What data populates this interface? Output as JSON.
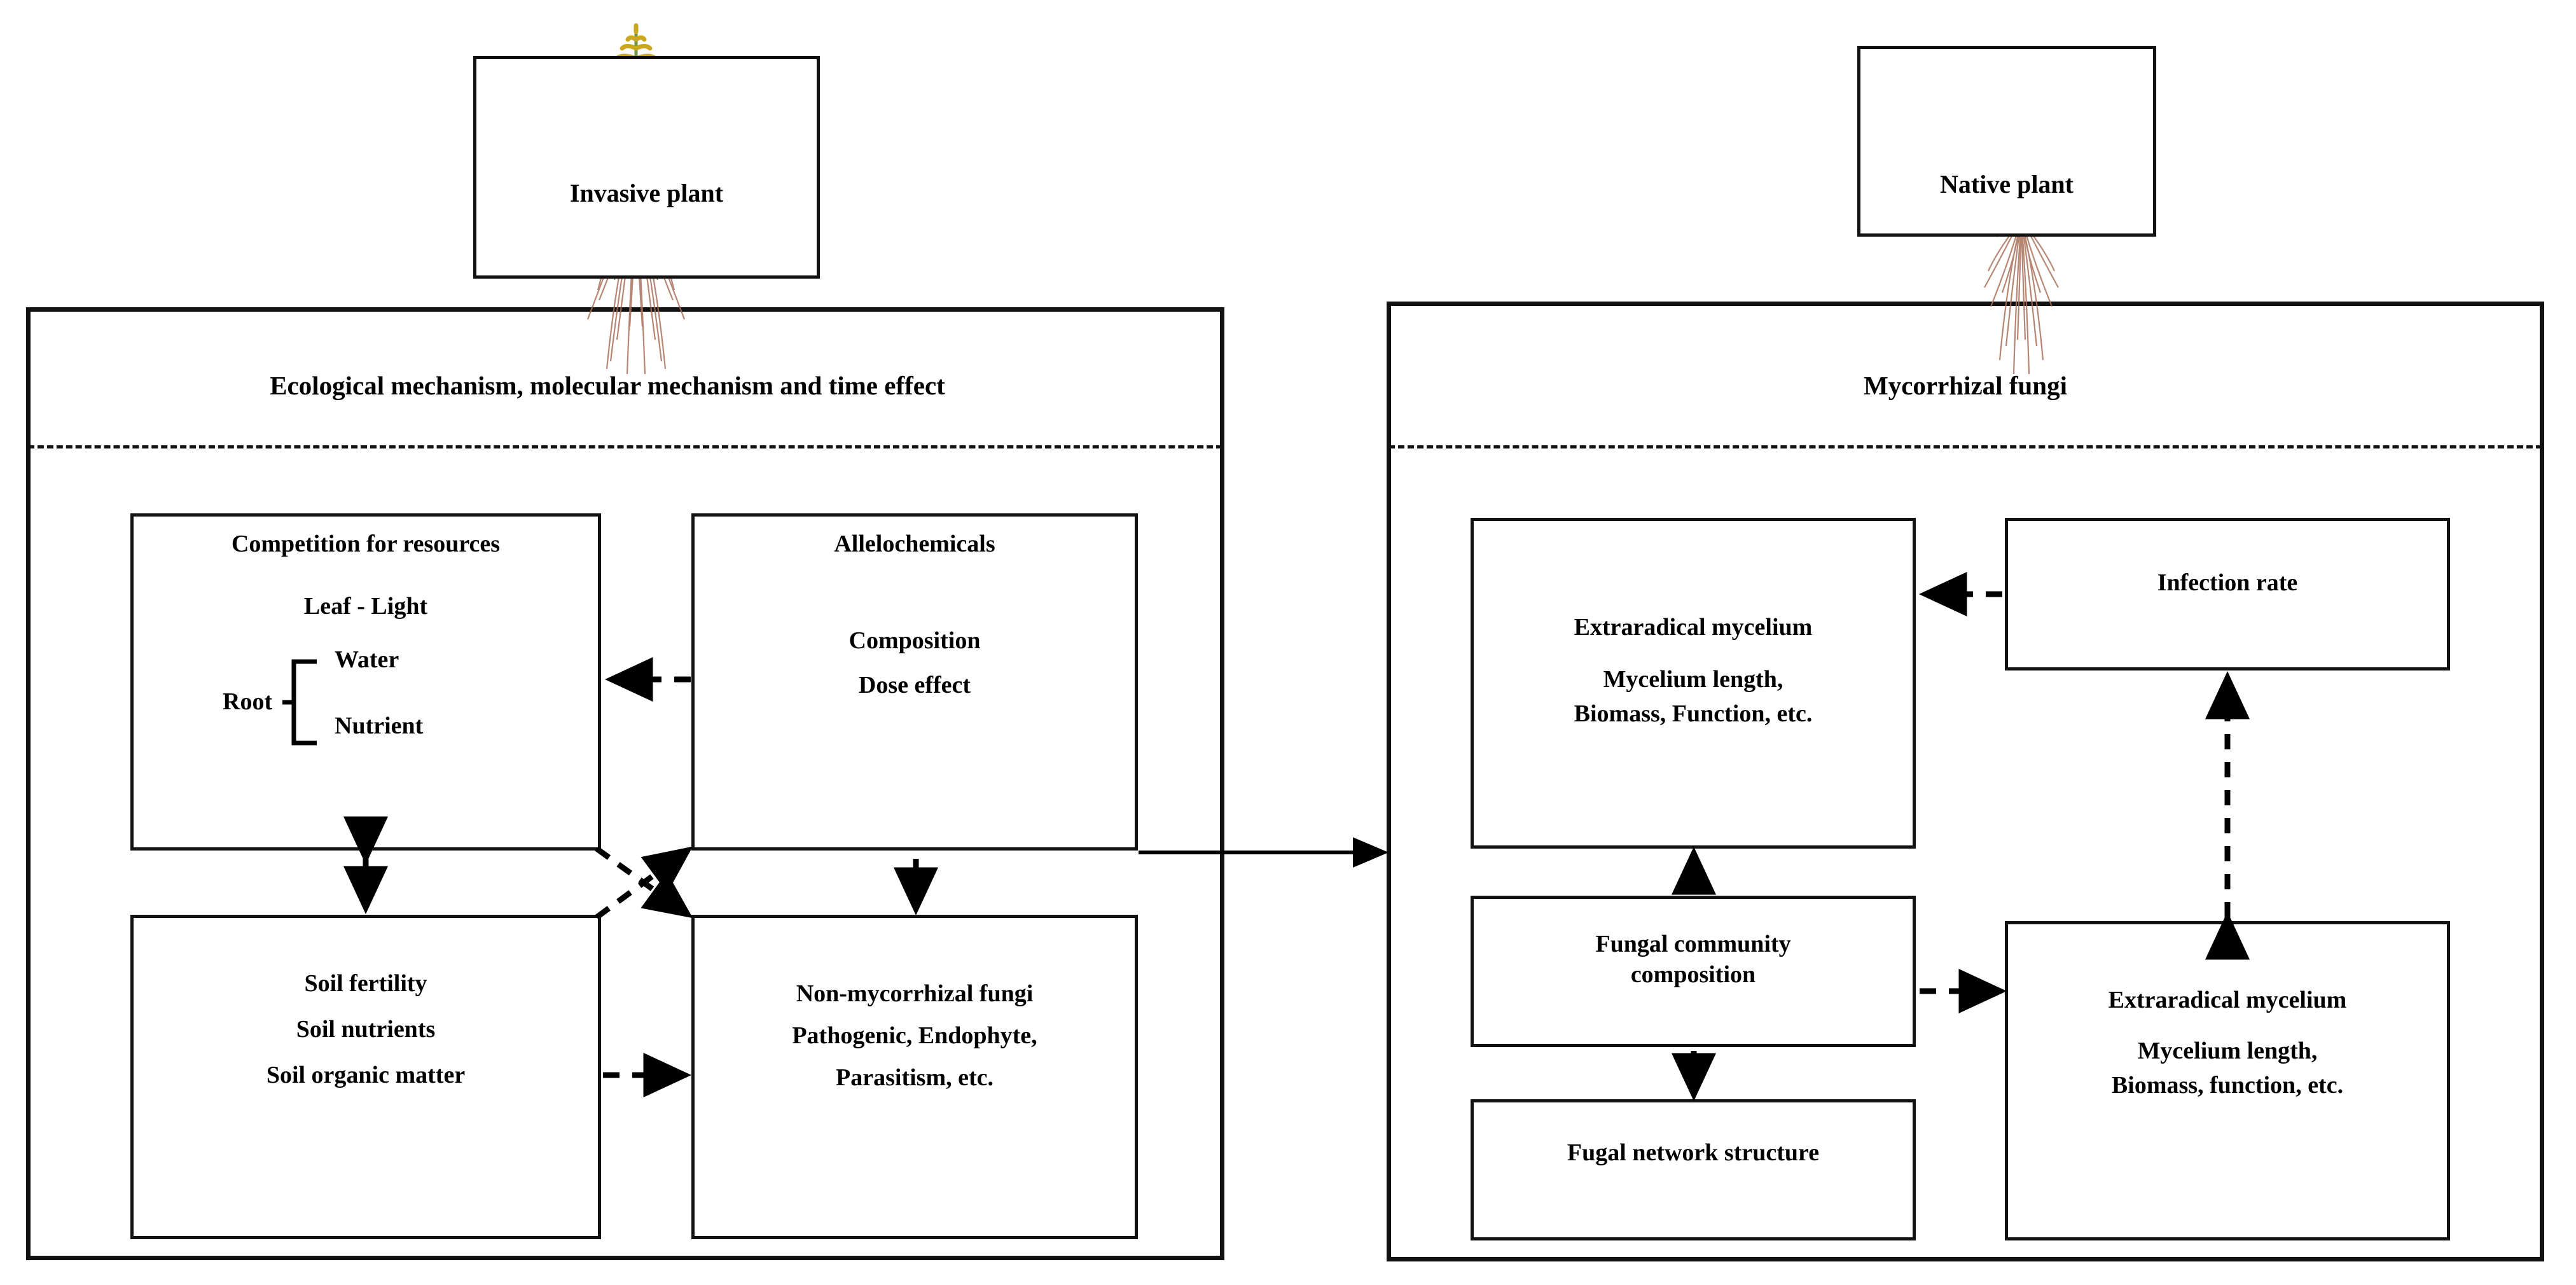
{
  "figure": {
    "type": "conceptual-flow-diagram",
    "background": "#ffffff",
    "line_color": "#111111"
  },
  "plants": {
    "invasive": {
      "label": "Invasive plant",
      "flower_color": "#c9a81f",
      "leaf_color": "#5a8f3c",
      "root_color": "#a9715c"
    },
    "native": {
      "label": "Native plant",
      "leaf_color": "#6cb33f",
      "stem_color": "#a7b86a",
      "root_color": "#a9715c"
    }
  },
  "panels": {
    "left": {
      "title": "Ecological mechanism, molecular mechanism and time effect",
      "boxes": {
        "competition": {
          "heading": "Competition for resources",
          "lines": [
            "Leaf - Light"
          ],
          "bracket": {
            "label": "Root",
            "items": [
              "Water",
              "Nutrient"
            ]
          }
        },
        "allelochemicals": {
          "heading": "Allelochemicals",
          "lines": [
            "Composition",
            "Dose effect"
          ]
        },
        "soil": {
          "lines": [
            "Soil fertility",
            "Soil nutrients",
            "Soil organic matter"
          ]
        },
        "nonmyco": {
          "lines": [
            "Non-mycorrhizal fungi",
            "Pathogenic, Endophyte,",
            "Parasitism, etc."
          ]
        }
      }
    },
    "right": {
      "title": "Mycorrhizal fungi",
      "boxes": {
        "mycelium_top": {
          "lines": [
            "Extraradical mycelium",
            "Mycelium length,",
            "Biomass, Function, etc."
          ]
        },
        "infection": {
          "lines": [
            "Infection rate"
          ]
        },
        "fungal_community": {
          "lines": [
            "Fungal community",
            "composition"
          ]
        },
        "network": {
          "lines": [
            "Fugal network structure"
          ]
        },
        "mycelium_bottom": {
          "lines": [
            "Extraradical mycelium",
            "Mycelium length,",
            "Biomass, function, etc."
          ]
        }
      }
    }
  },
  "connectors": [
    {
      "name": "allelochemicals-to-competition",
      "style": "dashed",
      "heads": "one"
    },
    {
      "name": "competition-to-soil",
      "style": "dashed",
      "heads": "both"
    },
    {
      "name": "allelochemicals-to-nonmyco",
      "style": "dashed",
      "heads": "one"
    },
    {
      "name": "soil-to-nonmyco",
      "style": "dashed",
      "heads": "one"
    },
    {
      "name": "competition-to-nonmyco-diagonal",
      "style": "dashed",
      "heads": "one"
    },
    {
      "name": "soil-to-allelochemicals-diagonal",
      "style": "dashed",
      "heads": "one"
    },
    {
      "name": "left-panel-to-right-panel",
      "style": "solid",
      "heads": "one"
    },
    {
      "name": "infection-to-mycelium-top",
      "style": "dashed",
      "heads": "one"
    },
    {
      "name": "fungal-community-to-mycelium-top",
      "style": "dashed",
      "heads": "one"
    },
    {
      "name": "fungal-community-to-network",
      "style": "dashed",
      "heads": "one"
    },
    {
      "name": "fungal-community-to-mycelium-bottom",
      "style": "dashed",
      "heads": "one"
    },
    {
      "name": "mycelium-bottom-to-infection",
      "style": "dashed",
      "heads": "both"
    }
  ]
}
